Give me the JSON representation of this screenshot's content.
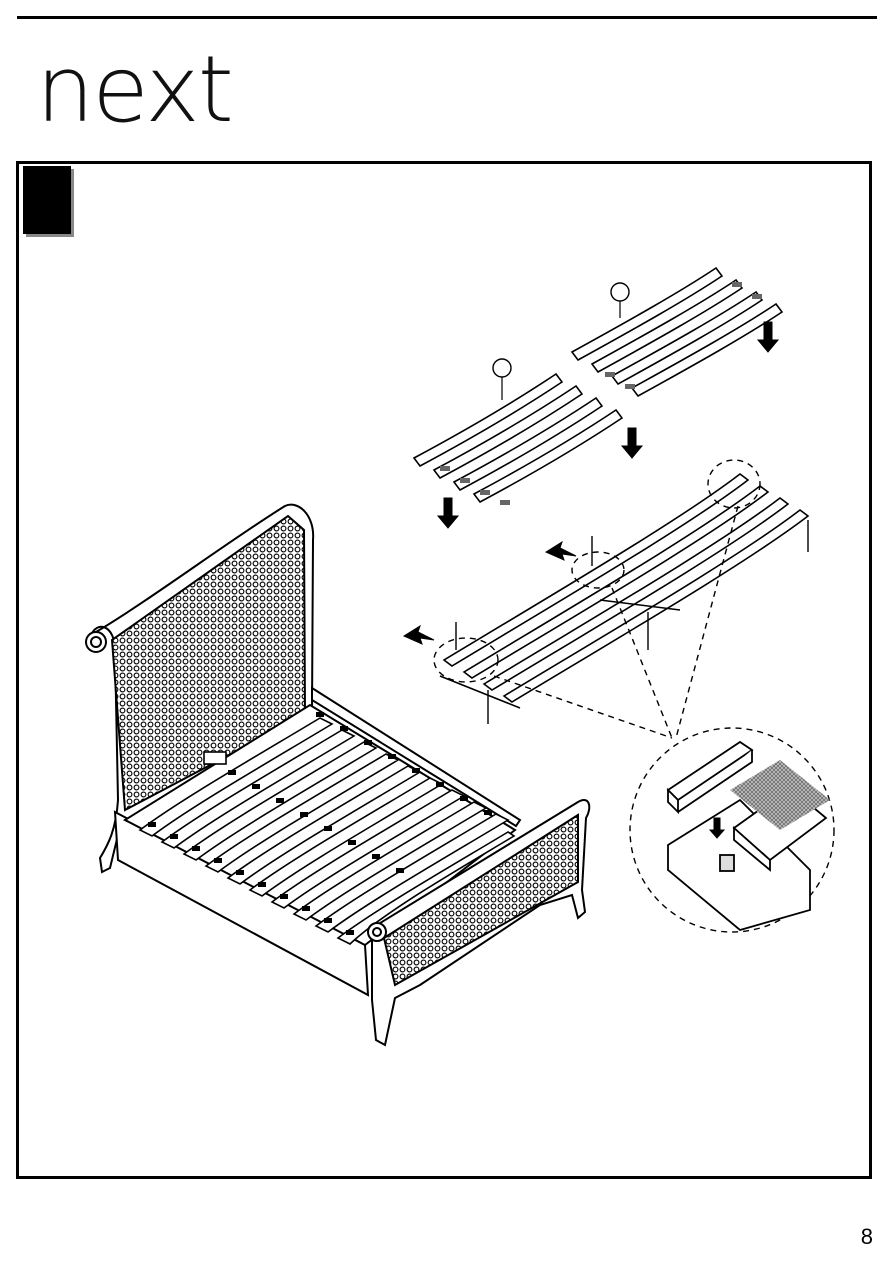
{
  "header": {
    "brand": "next"
  },
  "step": {
    "number": ""
  },
  "illustration": {
    "subject": "bed-slat-assembly",
    "callouts": [
      {
        "id": "slat-set-a",
        "label": ""
      },
      {
        "id": "slat-set-b",
        "label": ""
      }
    ]
  },
  "footer": {
    "page_number": "8"
  }
}
